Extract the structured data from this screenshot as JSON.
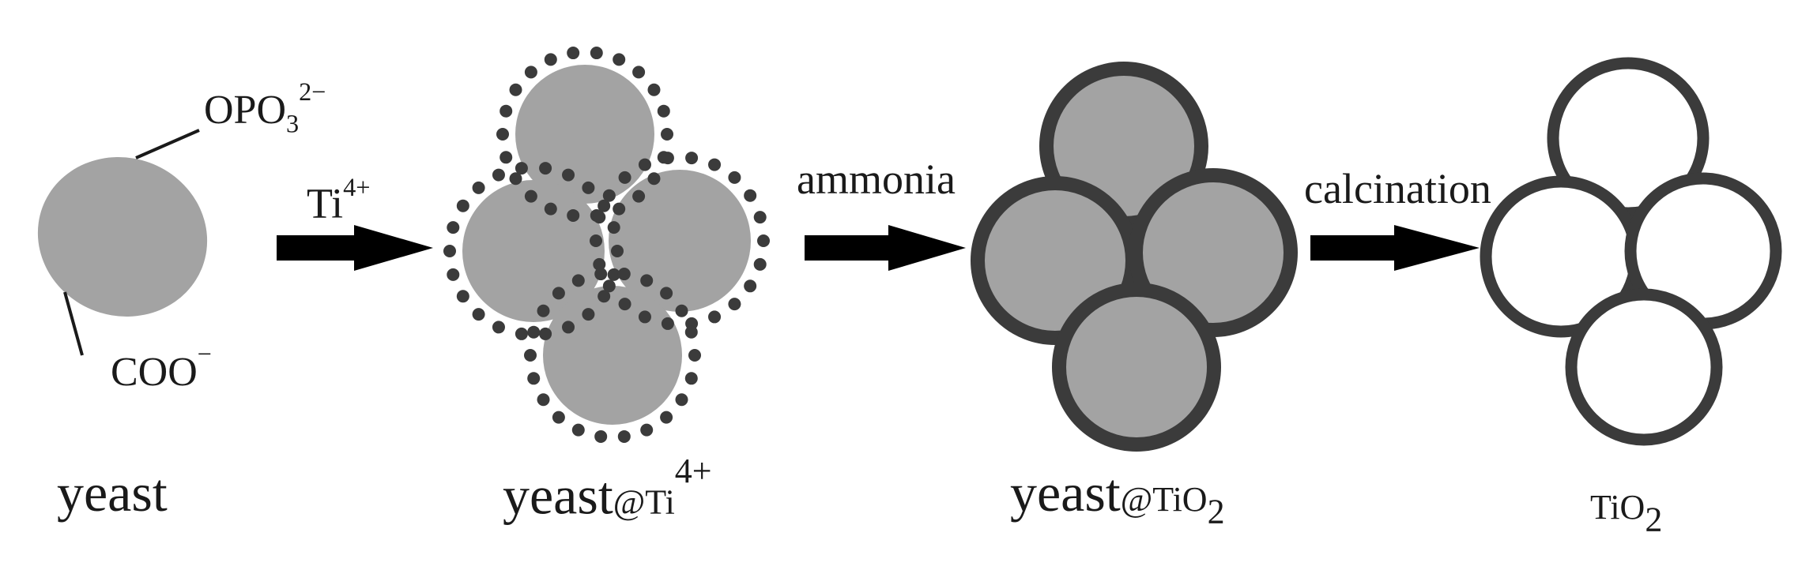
{
  "diagram": {
    "cell": {
      "surface_groups": {
        "phosphate": {
          "base": "OPO",
          "subscript": "3",
          "charge": "2−"
        },
        "carboxylate": {
          "base": "COO",
          "charge": "−"
        }
      }
    },
    "steps": [
      {
        "reagent_base": "Ti",
        "reagent_charge": "4+"
      },
      {
        "reagent_base": "ammonia"
      },
      {
        "reagent_base": "calcination"
      }
    ],
    "stages": [
      {
        "base": "yeast"
      },
      {
        "base": "yeast",
        "suffix": "@Ti",
        "charge": "4+"
      },
      {
        "base": "yeast",
        "suffix": "@TiO",
        "subscript": "2"
      },
      {
        "base": "TiO",
        "subscript": "2"
      }
    ]
  },
  "colors": {
    "cell_fill": "#a3a3a3",
    "shell": "#3b3b3b",
    "arrow": "#000000",
    "text": "#1a1a1a",
    "background": "#ffffff"
  }
}
